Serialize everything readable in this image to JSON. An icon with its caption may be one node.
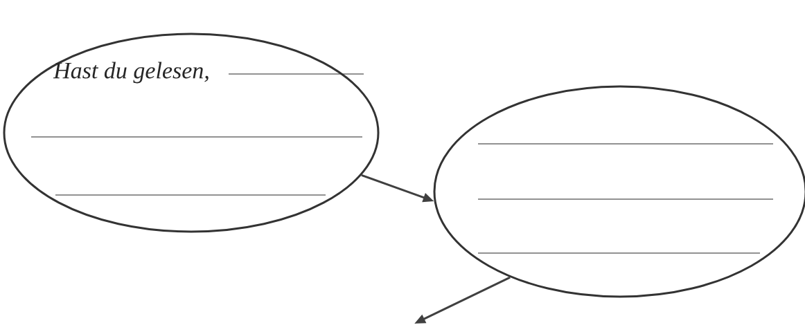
{
  "diagram": {
    "nodes": [
      {
        "text": [
          "Hast du gelesen,"
        ]
      },
      {
        "text": [],
        "shape": "circle"
      }
    ],
    "edges": [
      {
        "from": 0,
        "to": 1,
        "arrow": "to"
      },
      {
        "from": 1,
        "to": null,
        "arrow": "to"
      }
    ]
  }
}
